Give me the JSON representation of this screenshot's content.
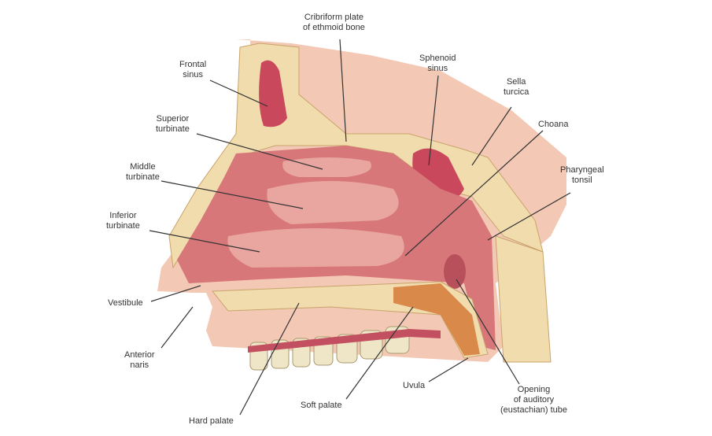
{
  "labels": {
    "cribriform": [
      "Cribriform plate",
      "of ethmoid bone"
    ],
    "frontal_sinus": [
      "Frontal",
      "sinus"
    ],
    "sphenoid_sinus": [
      "Sphenoid",
      "sinus"
    ],
    "sella_turcica": [
      "Sella",
      "turcica"
    ],
    "choana": "Choana",
    "superior_turbinate": [
      "Superior",
      "turbinate"
    ],
    "middle_turbinate": [
      "Middle",
      "turbinate"
    ],
    "inferior_turbinate": [
      "Inferior",
      "turbinate"
    ],
    "pharyngeal_tonsil": [
      "Pharyngeal",
      "tonsil"
    ],
    "vestibule": "Vestibule",
    "anterior_naris": [
      "Anterior",
      "naris"
    ],
    "hard_palate": "Hard palate",
    "soft_palate": "Soft palate",
    "uvula": "Uvula",
    "auditory_tube": [
      "Opening",
      "of auditory",
      "(eustachian) tube"
    ]
  },
  "colors": {
    "bone": "#f1dcae",
    "cavity": "#d8777a",
    "turbinate": "#e9a59f",
    "sinus": "#c9485c",
    "teeth": "#efe6c8",
    "skin": "#f3c9b5"
  }
}
